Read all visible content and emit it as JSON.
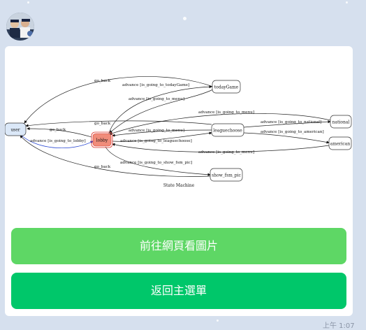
{
  "chat": {
    "avatar_icon": "user-avatar-photo",
    "timestamp": "上午 1:07"
  },
  "diagram": {
    "caption": "State Machine",
    "nodes": {
      "user": "user",
      "lobby": "lobby",
      "todayGame": "todayGame",
      "leaguechoose": "leaguechoose",
      "national": "national",
      "american": "american",
      "show_fsm_pic": "show_fsm_pic"
    },
    "edges": {
      "todayGame_to_user": "go_back",
      "lobby_to_todayGame": "advance [is_going_to_todayGame]",
      "todayGame_to_lobby": "advance [is_going_to_menu]",
      "national_to_lobby": "advance [is_going_to_menu]",
      "leaguechoose_to_user": "go_back",
      "lobby_to_user": "go_back",
      "leaguechoose_to_lobby": "advance [is_going_to_menu]",
      "lobby_to_leaguechoose": "advance [is_going_to_leaguechoose]",
      "leaguechoose_to_national": "advance [is_going_to_national]",
      "leaguechoose_to_american": "advance [is_going_to_american]",
      "user_to_lobby": "advance [is_going_to_lobby]",
      "american_to_lobby": "advance [is_going_to_menu]",
      "lobby_to_show_fsm_pic": "advance [is_going_to_show_fsm_pic]",
      "show_fsm_pic_to_user": "go_back"
    },
    "colors": {
      "user_fill": "#dbe8f8",
      "lobby_fill": "#f08c7a",
      "lobby_border": "#d9332a",
      "blue_edge": "#1f3fd1"
    }
  },
  "buttons": {
    "view_image": "前往網頁看圖片",
    "back_menu": "返回主選單"
  },
  "colors": {
    "background": "#d6e0ee",
    "button_light_green": "#5ed765",
    "button_green": "#00c76a"
  }
}
